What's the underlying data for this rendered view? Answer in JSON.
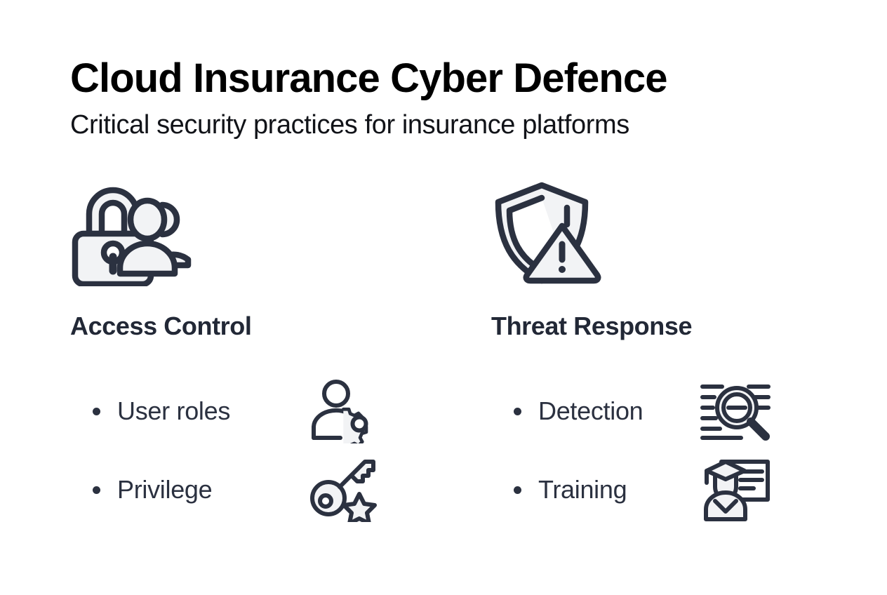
{
  "header": {
    "title": "Cloud Insurance Cyber Defence",
    "subtitle": "Critical security practices for insurance platforms"
  },
  "colors": {
    "background": "#ffffff",
    "title": "#000000",
    "subtitle": "#111318",
    "heading": "#222836",
    "body_text": "#2b3140",
    "icon_stroke": "#2b3140",
    "icon_fill": "#f2f3f5"
  },
  "columns": [
    {
      "id": "access-control",
      "heading": "Access Control",
      "hero_icon": "padlock-users-icon",
      "items": [
        {
          "label": "User roles",
          "icon": "user-gear-icon"
        },
        {
          "label": "Privilege",
          "icon": "key-star-icon"
        }
      ]
    },
    {
      "id": "threat-response",
      "heading": "Threat Response",
      "hero_icon": "shield-warning-icon",
      "items": [
        {
          "label": "Detection",
          "icon": "document-magnifier-icon"
        },
        {
          "label": "Training",
          "icon": "graduate-board-icon"
        }
      ]
    }
  ]
}
